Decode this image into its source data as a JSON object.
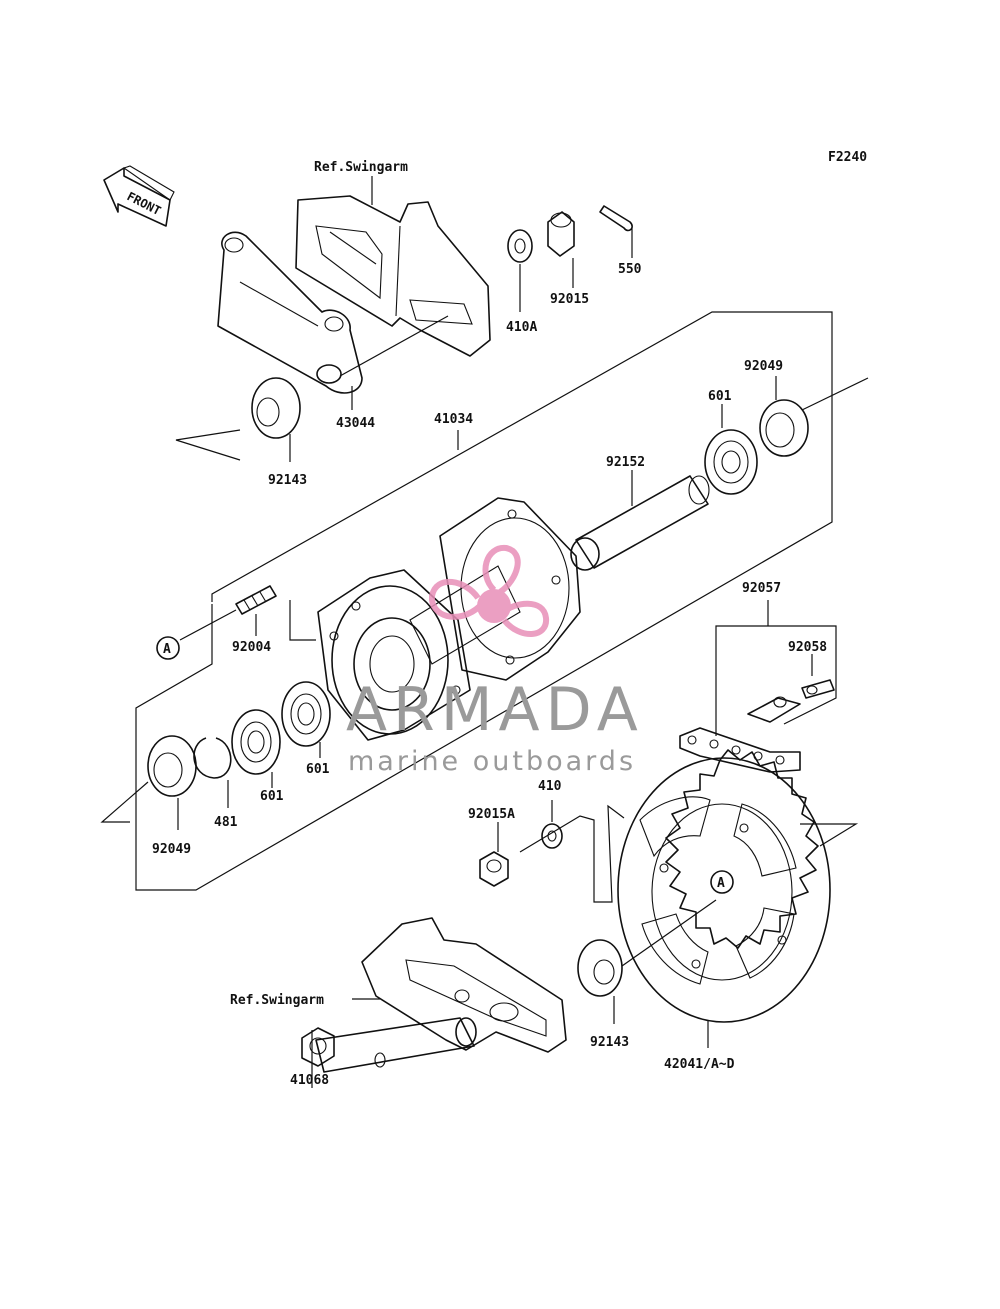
{
  "figure_code": "F2240",
  "front_label": "FRONT",
  "ref_labels": {
    "swingarm_top": "Ref.Swingarm",
    "swingarm_bottom": "Ref.Swingarm"
  },
  "part_labels": {
    "p550": "550",
    "p92015": "92015",
    "p410A": "410A",
    "p43044": "43044",
    "p92143_top": "92143",
    "p41034": "41034",
    "p92049_top": "92049",
    "p601_top": "601",
    "p92152": "92152",
    "p92057": "92057",
    "p92058": "92058",
    "p92004": "92004",
    "callout_a_left": "A",
    "p601_mid": "601",
    "p601_low": "601",
    "p481": "481",
    "p92049_low": "92049",
    "p410": "410",
    "p92015A": "92015A",
    "callout_a_right": "A",
    "p92143_low": "92143",
    "p42041": "42041/A~D",
    "p41068": "41068"
  },
  "watermark": {
    "brand": "ARMADA",
    "tagline": "marine outboards",
    "logo_color": "#e88fb8",
    "text_color": "#9a9a9a"
  }
}
